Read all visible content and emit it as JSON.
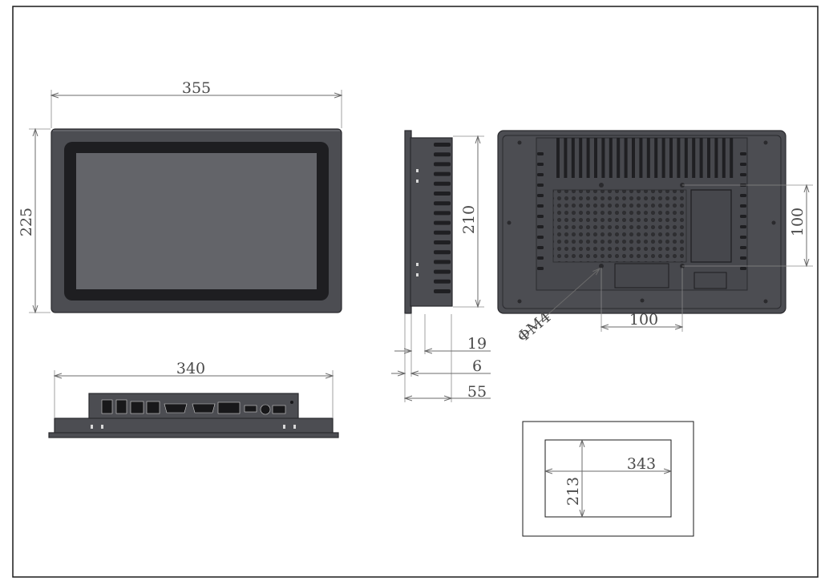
{
  "dimensions": {
    "front_width": "355",
    "front_height": "225",
    "side_height": "210",
    "side_depth_19": "19",
    "side_depth_6": "6",
    "side_depth_55": "55",
    "back_vesa_horizontal": "100",
    "back_vesa_vertical": "100",
    "back_screw": "ΦM4",
    "bottom_width": "340",
    "cutout_width": "343",
    "cutout_height": "213"
  },
  "colors": {
    "housing": "#4c4d52",
    "bezel": "#1e1e21",
    "screen": "#636469",
    "dimension_lines": "#6b6b6b"
  }
}
